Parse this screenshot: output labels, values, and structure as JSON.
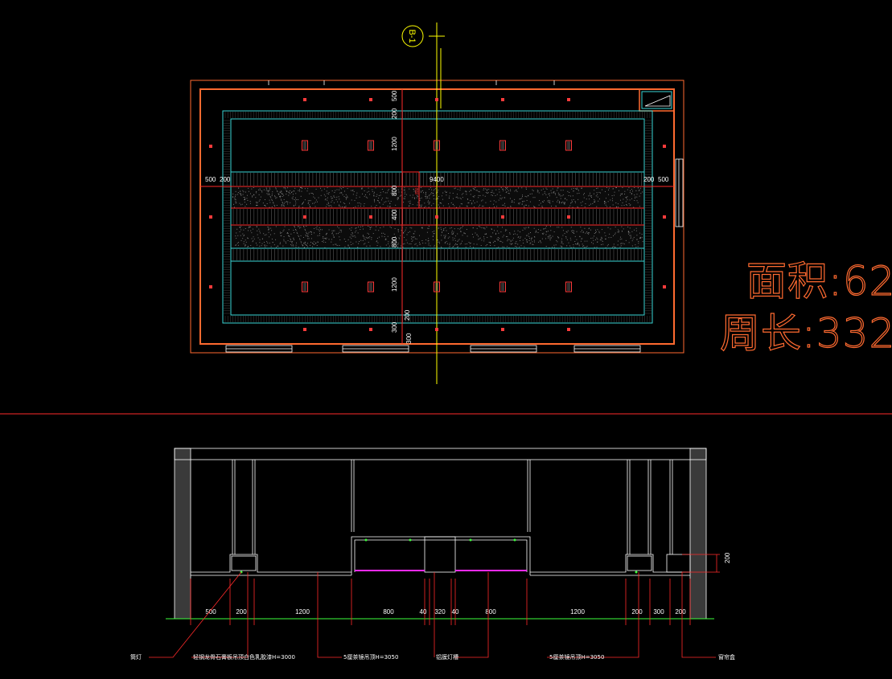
{
  "plan": {
    "grid_bubble": "B-1",
    "dims_top_vertical": [
      "500",
      "200",
      "1200"
    ],
    "dim_left_outer": "500",
    "dim_left_inner": "200",
    "dim_span": "9400",
    "dim_right_inner": "200",
    "dim_right_outer": "500",
    "dim_mid": [
      "800",
      "400",
      "800"
    ],
    "dim_center_small": "800",
    "dims_bottom_vertical": [
      "1200",
      "200",
      "300",
      "300"
    ]
  },
  "summary": {
    "area_label": "面积:62",
    "perimeter_label": "周长:332"
  },
  "section": {
    "dims": [
      "500",
      "200",
      "1200",
      "800",
      "40",
      "320",
      "40",
      "800",
      "1200",
      "200",
      "300",
      "200"
    ],
    "dim_height": "200",
    "notes": [
      "筒灯",
      "轻钢龙骨石膏板吊顶白色乳胶漆H=3000",
      "5厘茶镜吊顶H=3050",
      "铝膜灯槽",
      "5厘茶镜吊顶H=3050",
      "窗帘盒"
    ]
  },
  "colors": {
    "background": "#000000",
    "wall": "#ff6a30",
    "axis": "#ff2a2a",
    "cyan": "#3ad6d6",
    "yellow": "#ffff00",
    "magenta": "#ff2aff",
    "green": "#3cff3c",
    "white": "#ffffff"
  }
}
